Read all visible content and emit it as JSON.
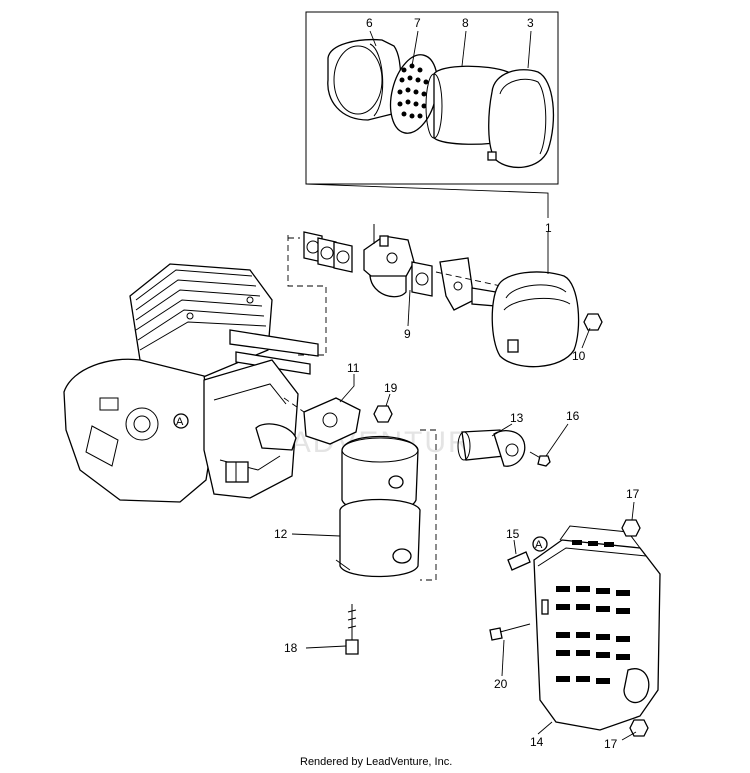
{
  "diagram": {
    "watermark": "LEADVENTURE",
    "footer": "Rendered by LeadVenture, Inc.",
    "callouts": {
      "c1": "1",
      "c3": "3",
      "c6": "6",
      "c7": "7",
      "c8": "8",
      "c9": "9",
      "c10": "10",
      "c11": "11",
      "c12": "12",
      "c13": "13",
      "c14": "14",
      "c15": "15",
      "c16": "16",
      "c17a": "17",
      "c17b": "17",
      "c18": "18",
      "c19": "19",
      "c20": "20",
      "refA1": "A",
      "refA2": "A"
    }
  }
}
